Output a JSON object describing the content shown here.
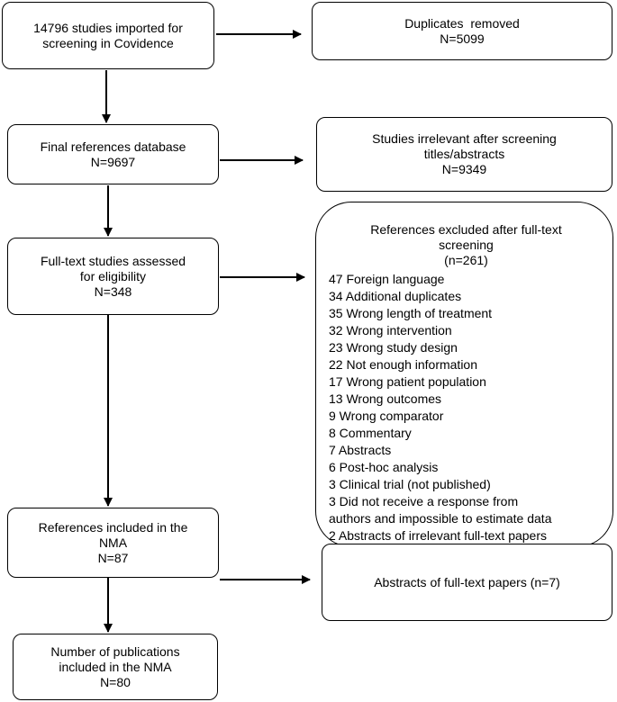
{
  "main": {
    "imported": {
      "line1": "14796 studies imported for",
      "line2": "screening in Covidence"
    },
    "final_db": {
      "line1": "Final references database",
      "line2": "N=9697"
    },
    "fulltext": {
      "line1": "Full-text studies assessed",
      "line2": "for eligibility",
      "line3": "N=348"
    },
    "included": {
      "line1": "References included in the",
      "line2": "NMA",
      "line3": "N=87"
    },
    "publications": {
      "line1": "Number of publications",
      "line2": "included in the NMA",
      "line3": "N=80"
    }
  },
  "side": {
    "duplicates": {
      "line1": "Duplicates  removed",
      "line2": "N=5099"
    },
    "irrelevant": {
      "line1": "Studies irrelevant after screening",
      "line2": "titles/abstracts",
      "line3": "N=9349"
    },
    "excluded": {
      "head1": "References excluded after full-text",
      "head2": "screening",
      "head3": "(n=261)",
      "reasons": [
        "47 Foreign language",
        "34 Additional duplicates",
        "35 Wrong length of treatment",
        "32 Wrong intervention",
        "23 Wrong study design",
        "22 Not enough information",
        "17 Wrong patient population",
        "13 Wrong outcomes",
        "9 Wrong comparator",
        "8 Commentary",
        "7 Abstracts",
        "6 Post-hoc analysis",
        "3 Clinical trial (not published)",
        "3 Did not receive a response from",
        "authors and impossible to estimate data",
        "2 Abstracts of irrelevant full-text papers"
      ]
    },
    "abstracts": {
      "line1": "Abstracts of full-text papers (n=7)"
    }
  }
}
